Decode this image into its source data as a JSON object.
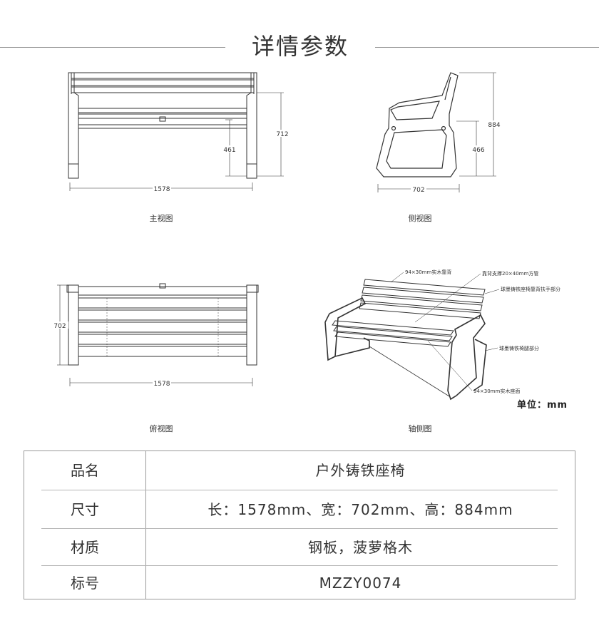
{
  "header": {
    "title": "详情参数"
  },
  "views": {
    "front": {
      "caption": "主视图",
      "width": "1578",
      "height_total": "712",
      "height_seat": "461"
    },
    "side": {
      "caption": "侧视图",
      "width": "702",
      "height_total": "884",
      "height_seat": "466"
    },
    "top": {
      "caption": "俯视图",
      "width": "1578",
      "depth": "702"
    },
    "axis": {
      "caption": "轴侧图",
      "labels": {
        "backrest": "94×30mm实木靠背",
        "support": "靠背支撑20×40mm方管",
        "armrest": "球墨铸铁座椅靠背扶手部分",
        "leg": "球墨铸铁椅腿部分",
        "seat": "94×30mm实木座面"
      }
    }
  },
  "unit": "单位：mm",
  "spec_table": {
    "rows": [
      {
        "key": "品名",
        "value": "户外铸铁座椅"
      },
      {
        "key": "尺寸",
        "value": "长：1578mm、宽：702mm、高：884mm"
      },
      {
        "key": "材质",
        "value": "钢板，菠萝格木"
      },
      {
        "key": "标号",
        "value": "MZZY0074"
      }
    ]
  }
}
